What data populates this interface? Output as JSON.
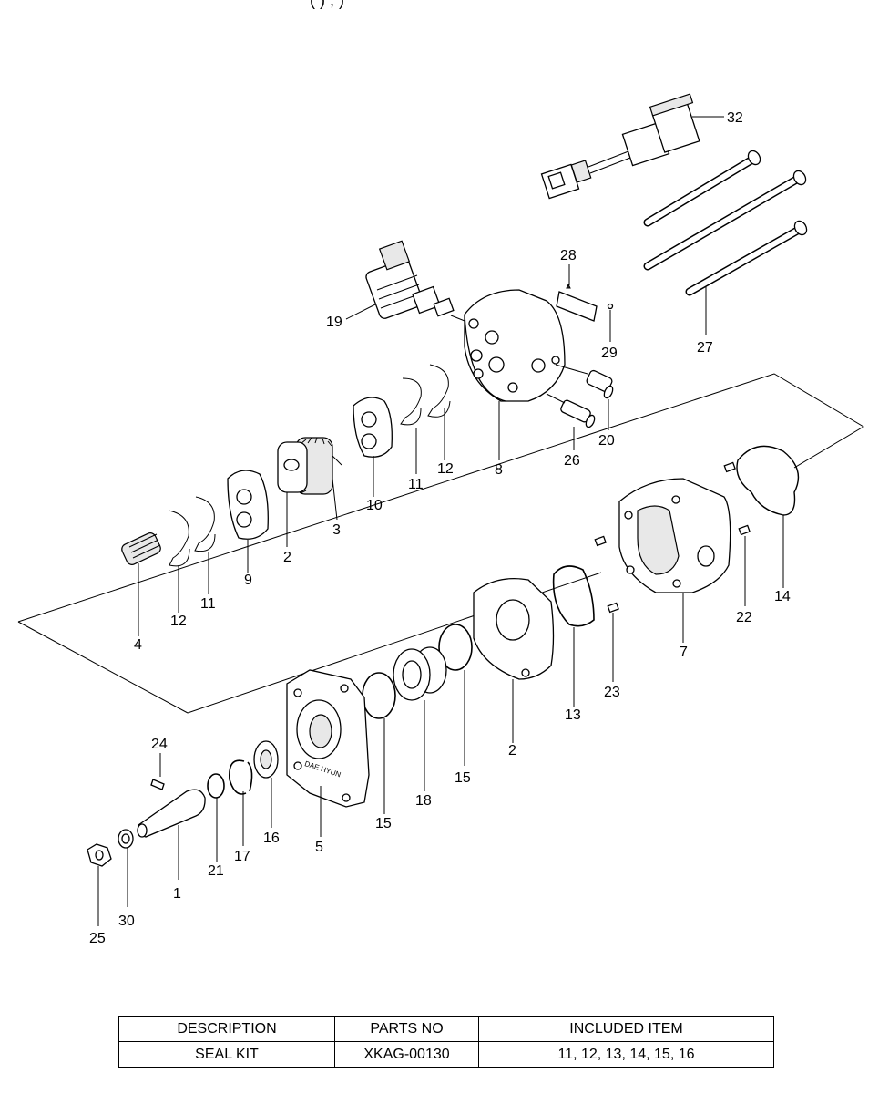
{
  "caption": "(      )                              ,        )",
  "callouts": {
    "c1": "1",
    "c2a": "2",
    "c2b": "2",
    "c3": "3",
    "c4": "4",
    "c5": "5",
    "c7": "7",
    "c8": "8",
    "c9": "9",
    "c10": "10",
    "c11a": "11",
    "c11b": "11",
    "c12a": "12",
    "c12b": "12",
    "c13": "13",
    "c14": "14",
    "c15a": "15",
    "c15b": "15",
    "c16": "16",
    "c17": "17",
    "c18": "18",
    "c19": "19",
    "c20": "20",
    "c21": "21",
    "c22": "22",
    "c23": "23",
    "c24": "24",
    "c25": "25",
    "c26": "26",
    "c27": "27",
    "c28": "28",
    "c29": "29",
    "c30": "30",
    "c32": "32"
  },
  "body_marking": "DAE HYUN",
  "table": {
    "headers": [
      "DESCRIPTION",
      "PARTS NO",
      "INCLUDED ITEM"
    ],
    "rows": [
      [
        "SEAL KIT",
        "XKAG-00130",
        "11, 12, 13, 14, 15, 16"
      ]
    ]
  }
}
